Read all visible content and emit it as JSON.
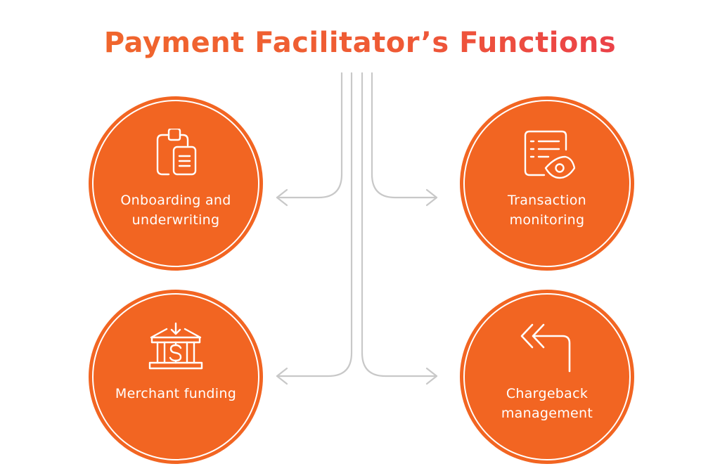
{
  "title": "Payment Facilitator’s Functions",
  "colors": {
    "node_fill": "#f26522",
    "connector": "#c8c8c8",
    "title_start": "#f06a2a",
    "title_end": "#e93552"
  },
  "functions": [
    {
      "label": "Onboarding and underwriting",
      "icon": "clipboard-document-icon"
    },
    {
      "label": "Transaction monitoring",
      "icon": "list-eye-icon"
    },
    {
      "label": "Merchant funding",
      "icon": "bank-dollar-icon"
    },
    {
      "label": "Chargeback management",
      "icon": "double-return-arrow-icon"
    }
  ]
}
